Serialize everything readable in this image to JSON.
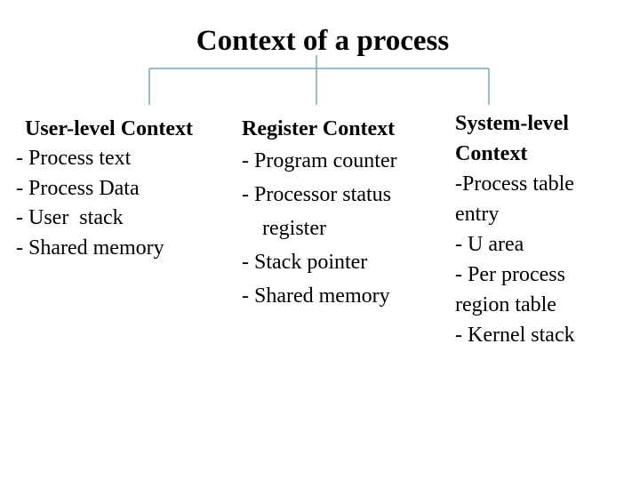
{
  "title": "Context of a process",
  "columns": [
    {
      "heading": "User-level Context",
      "items": [
        "- Process text",
        "- Process Data",
        "- User  stack",
        "- Shared memory"
      ]
    },
    {
      "heading": "Register Context",
      "items": [
        "- Program counter",
        "- Processor status",
        "register",
        "- Stack pointer",
        "- Shared memory"
      ]
    },
    {
      "heading_lines": [
        "System-level",
        "Context"
      ],
      "items": [
        "-Process table",
        "entry",
        "- U area",
        "- Per process",
        "region table",
        "- Kernel stack"
      ]
    }
  ],
  "colors": {
    "connector": "#7fa6b8",
    "text": "#000000",
    "background": "#ffffff"
  }
}
